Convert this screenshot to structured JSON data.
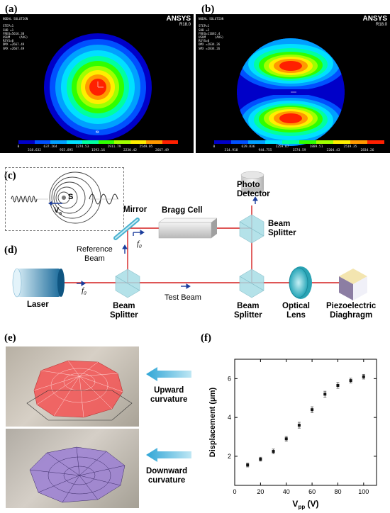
{
  "panels": {
    "a": {
      "label": "(a)"
    },
    "b": {
      "label": "(b)"
    },
    "c": {
      "label": "(c)"
    },
    "d": {
      "label": "(d)"
    },
    "e": {
      "label": "(e)"
    },
    "f": {
      "label": "(f)"
    }
  },
  "fem_a": {
    "header": "NODAL SOLUTION\n\nSTEP=1\nSUB =1\nFREQ=5616.30\nUSUM     (AVG)\nRSYS=0\nDMX =2667.49\nSMX =2667.49",
    "brand": "ANSYS",
    "version": "R18.0",
    "ticks_top": [
      "0",
      "637.264",
      "1274.53",
      "1911.79",
      "2549.05"
    ],
    "ticks_bottom": [
      "318.632",
      "955.895",
      "1593.16",
      "2230.42",
      "2667.49"
    ],
    "mark": "MX"
  },
  "fem_b": {
    "header": "NODAL SOLUTION\n\nSTEP=1\nSUB =2\nFREQ=11682.4\nUSUM     (AVG)\nRSYS=0\nDMX =2834.26\nSMX =2834.26",
    "brand": "ANSYS",
    "version": "R18.0",
    "ticks_top": [
      "0",
      "629.836",
      "1259.67",
      "1889.51",
      "2519.35"
    ],
    "ticks_bottom": [
      "314.918",
      "944.755",
      "1574.59",
      "2204.43",
      "2834.26"
    ]
  },
  "colors": {
    "contour": [
      "#0000c8",
      "#0050ff",
      "#00a0ff",
      "#00e0ff",
      "#00ffa0",
      "#30ff00",
      "#a0ff00",
      "#ffee00",
      "#ff9900",
      "#ff2000"
    ],
    "beam": "#d41f1f",
    "optics": "#a8dde6",
    "arrow": "#1a3c9c",
    "cyan_arrow": "#37b4dc",
    "upward": "#f25a5a",
    "downward": "#9b7fd4"
  },
  "doppler": {
    "vs": "V",
    "vs_sub": "s",
    "source": "S"
  },
  "setup": {
    "photo_detector": "Photo\nDetector",
    "mirror": "Mirror",
    "bragg_cell": "Bragg Cell",
    "beam_splitter_top": "Beam\nSplitter",
    "reference_beam": "Reference\nBeam",
    "f0_ref": "f",
    "f0_ref_sub": "0",
    "f0_laser": "f",
    "f0_laser_sub": "0",
    "laser": "Laser",
    "beam_splitter_left": "Beam\nSplitter",
    "test_beam": "Test Beam",
    "beam_splitter_right": "Beam\nSplitter",
    "optical_lens": "Optical\nLens",
    "piezo": "Piezoelectric\nDiaghragm"
  },
  "deform": {
    "upward": "Upward\ncurvature",
    "downward": "Downward\ncurvature"
  },
  "chart_data": {
    "type": "scatter",
    "x": [
      10,
      20,
      30,
      40,
      50,
      60,
      70,
      80,
      90,
      100
    ],
    "values": [
      1.55,
      1.85,
      2.25,
      2.9,
      3.6,
      4.4,
      5.2,
      5.65,
      5.9,
      6.1
    ],
    "errors": [
      0.1,
      0.1,
      0.12,
      0.12,
      0.15,
      0.15,
      0.15,
      0.15,
      0.12,
      0.12
    ],
    "xlabel": "V",
    "xlabel_sub": "pp",
    "xlabel_unit": " (V)",
    "ylabel": "Displacement (μm)",
    "xlim": [
      0,
      110
    ],
    "ylim": [
      0.5,
      7
    ],
    "xticks": [
      0,
      20,
      40,
      60,
      80,
      100
    ],
    "yticks": [
      2,
      4,
      6
    ],
    "grid": false
  }
}
